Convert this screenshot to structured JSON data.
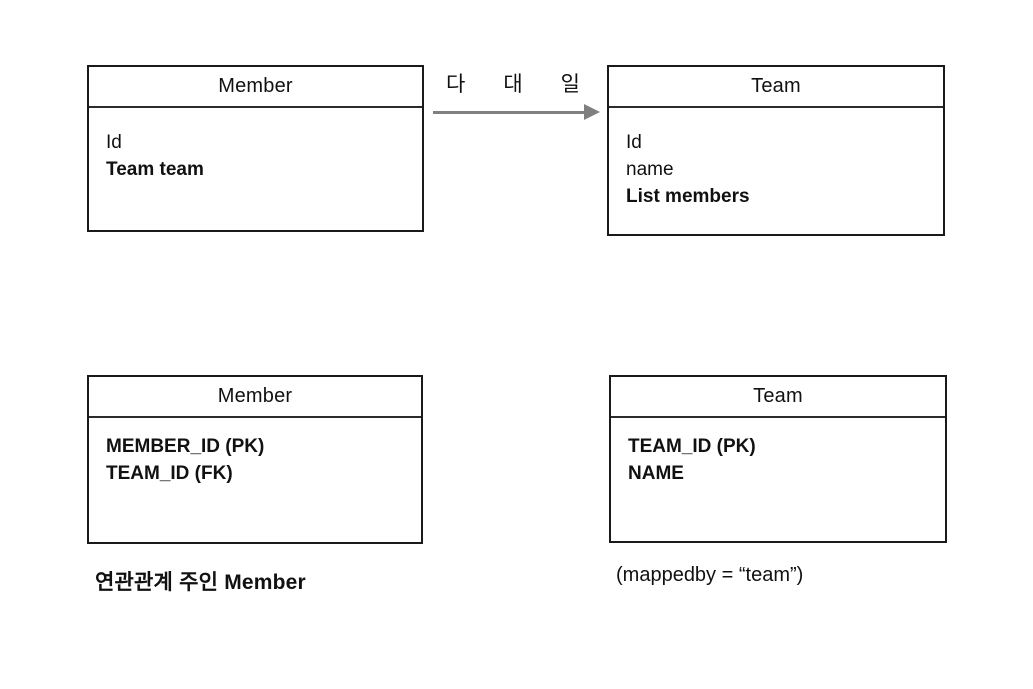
{
  "diagram": {
    "background_color": "#ffffff",
    "box_border_color": "#1a1a1a",
    "arrow_color": "#808080",
    "relationship": {
      "text": "다 대 일",
      "chars": [
        "다",
        "대",
        "일"
      ],
      "direction": "member-to-team"
    },
    "boxes": [
      {
        "title": "Member",
        "fields": [
          "Id",
          "Team team"
        ]
      },
      {
        "title": "Team",
        "fields": [
          "Id",
          "name",
          "List members"
        ]
      },
      {
        "title": "Member",
        "fields": [
          "MEMBER_ID (PK)",
          "TEAM_ID (FK)"
        ]
      },
      {
        "title": "Team",
        "fields": [
          "TEAM_ID (PK)",
          "NAME"
        ]
      }
    ],
    "captions": {
      "owner": "연관관계 주인 Member",
      "mappedby": "(mappedby = “team”)"
    }
  }
}
